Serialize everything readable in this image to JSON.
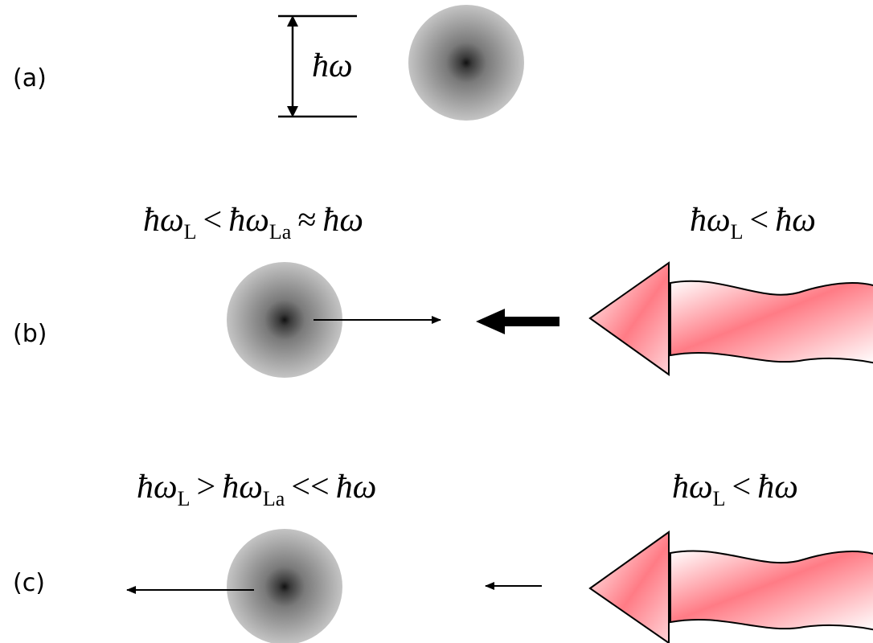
{
  "panels": {
    "a": {
      "label": "(a)",
      "energy_label": {
        "symbol": "ħω"
      }
    },
    "b": {
      "label": "(b)",
      "atom_equation": {
        "t1": "ħω",
        "s1": "L",
        "op1": "<",
        "t2": "ħω",
        "s2": "La",
        "op2": "≈",
        "t3": "ħω"
      },
      "laser_equation": {
        "t1": "ħω",
        "s1": "L",
        "op1": "<",
        "t2": "ħω"
      }
    },
    "c": {
      "label": "(c)",
      "atom_equation": {
        "t1": "ħω",
        "s1": "L",
        "op1": ">",
        "t2": "ħω",
        "s2": "La",
        "op2": "<<",
        "t3": "ħω"
      },
      "laser_equation": {
        "t1": "ħω",
        "s1": "L",
        "op1": "<",
        "t2": "ħω"
      }
    }
  },
  "colors": {
    "laser_fill": "#ff7b85",
    "atom_center": "#111111",
    "atom_edge": "#c4c4c4",
    "line": "#000000"
  }
}
